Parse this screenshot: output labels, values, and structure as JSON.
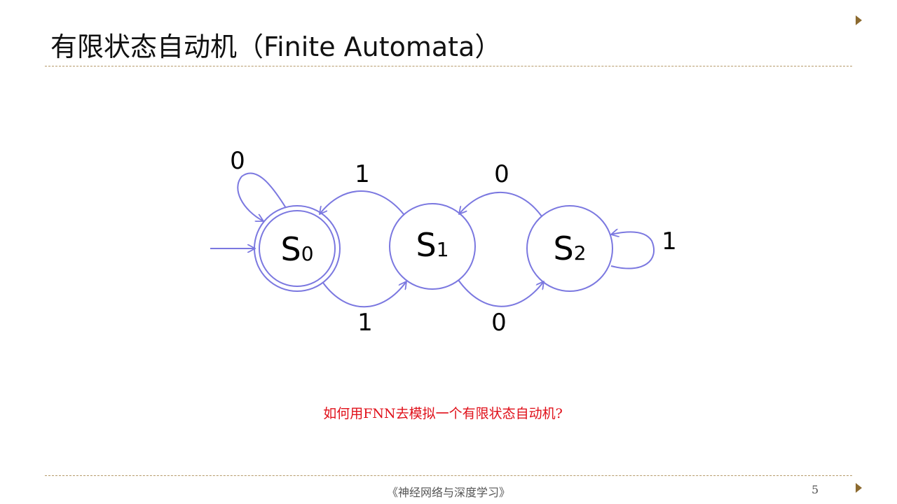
{
  "slide": {
    "title": "有限状态自动机（Finite Automata）",
    "question": "如何用FNN去模拟一个有限状态自动机?",
    "footer": "《神经网络与深度学习》",
    "page_number": "5"
  },
  "automaton": {
    "stroke_color": "#7b78e0",
    "states": [
      {
        "id": "S0",
        "label": "S",
        "sub": "0",
        "accepting": true,
        "start": true
      },
      {
        "id": "S1",
        "label": "S",
        "sub": "1",
        "accepting": false,
        "start": false
      },
      {
        "id": "S2",
        "label": "S",
        "sub": "2",
        "accepting": false,
        "start": false
      }
    ],
    "transitions": [
      {
        "from": "S0",
        "to": "S0",
        "symbol": "0"
      },
      {
        "from": "S1",
        "to": "S0",
        "symbol": "1"
      },
      {
        "from": "S2",
        "to": "S1",
        "symbol": "0"
      },
      {
        "from": "S2",
        "to": "S2",
        "symbol": "1"
      },
      {
        "from": "S0",
        "to": "S1",
        "symbol": "1"
      },
      {
        "from": "S1",
        "to": "S2",
        "symbol": "0"
      }
    ]
  }
}
